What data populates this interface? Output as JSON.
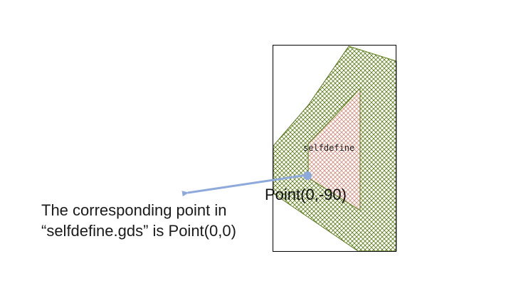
{
  "cell": {
    "name": "selfdefine"
  },
  "point": {
    "label": "Point(0,-90)"
  },
  "annotation": {
    "line1": "The corresponding point in",
    "line2": "“selfdefine.gds” is Point(0,0)"
  },
  "colors": {
    "outer_hatch": "#5a7a14",
    "inner_hatch": "#d08a7a",
    "arrow": "#8eaadb",
    "frame": "#000000"
  }
}
